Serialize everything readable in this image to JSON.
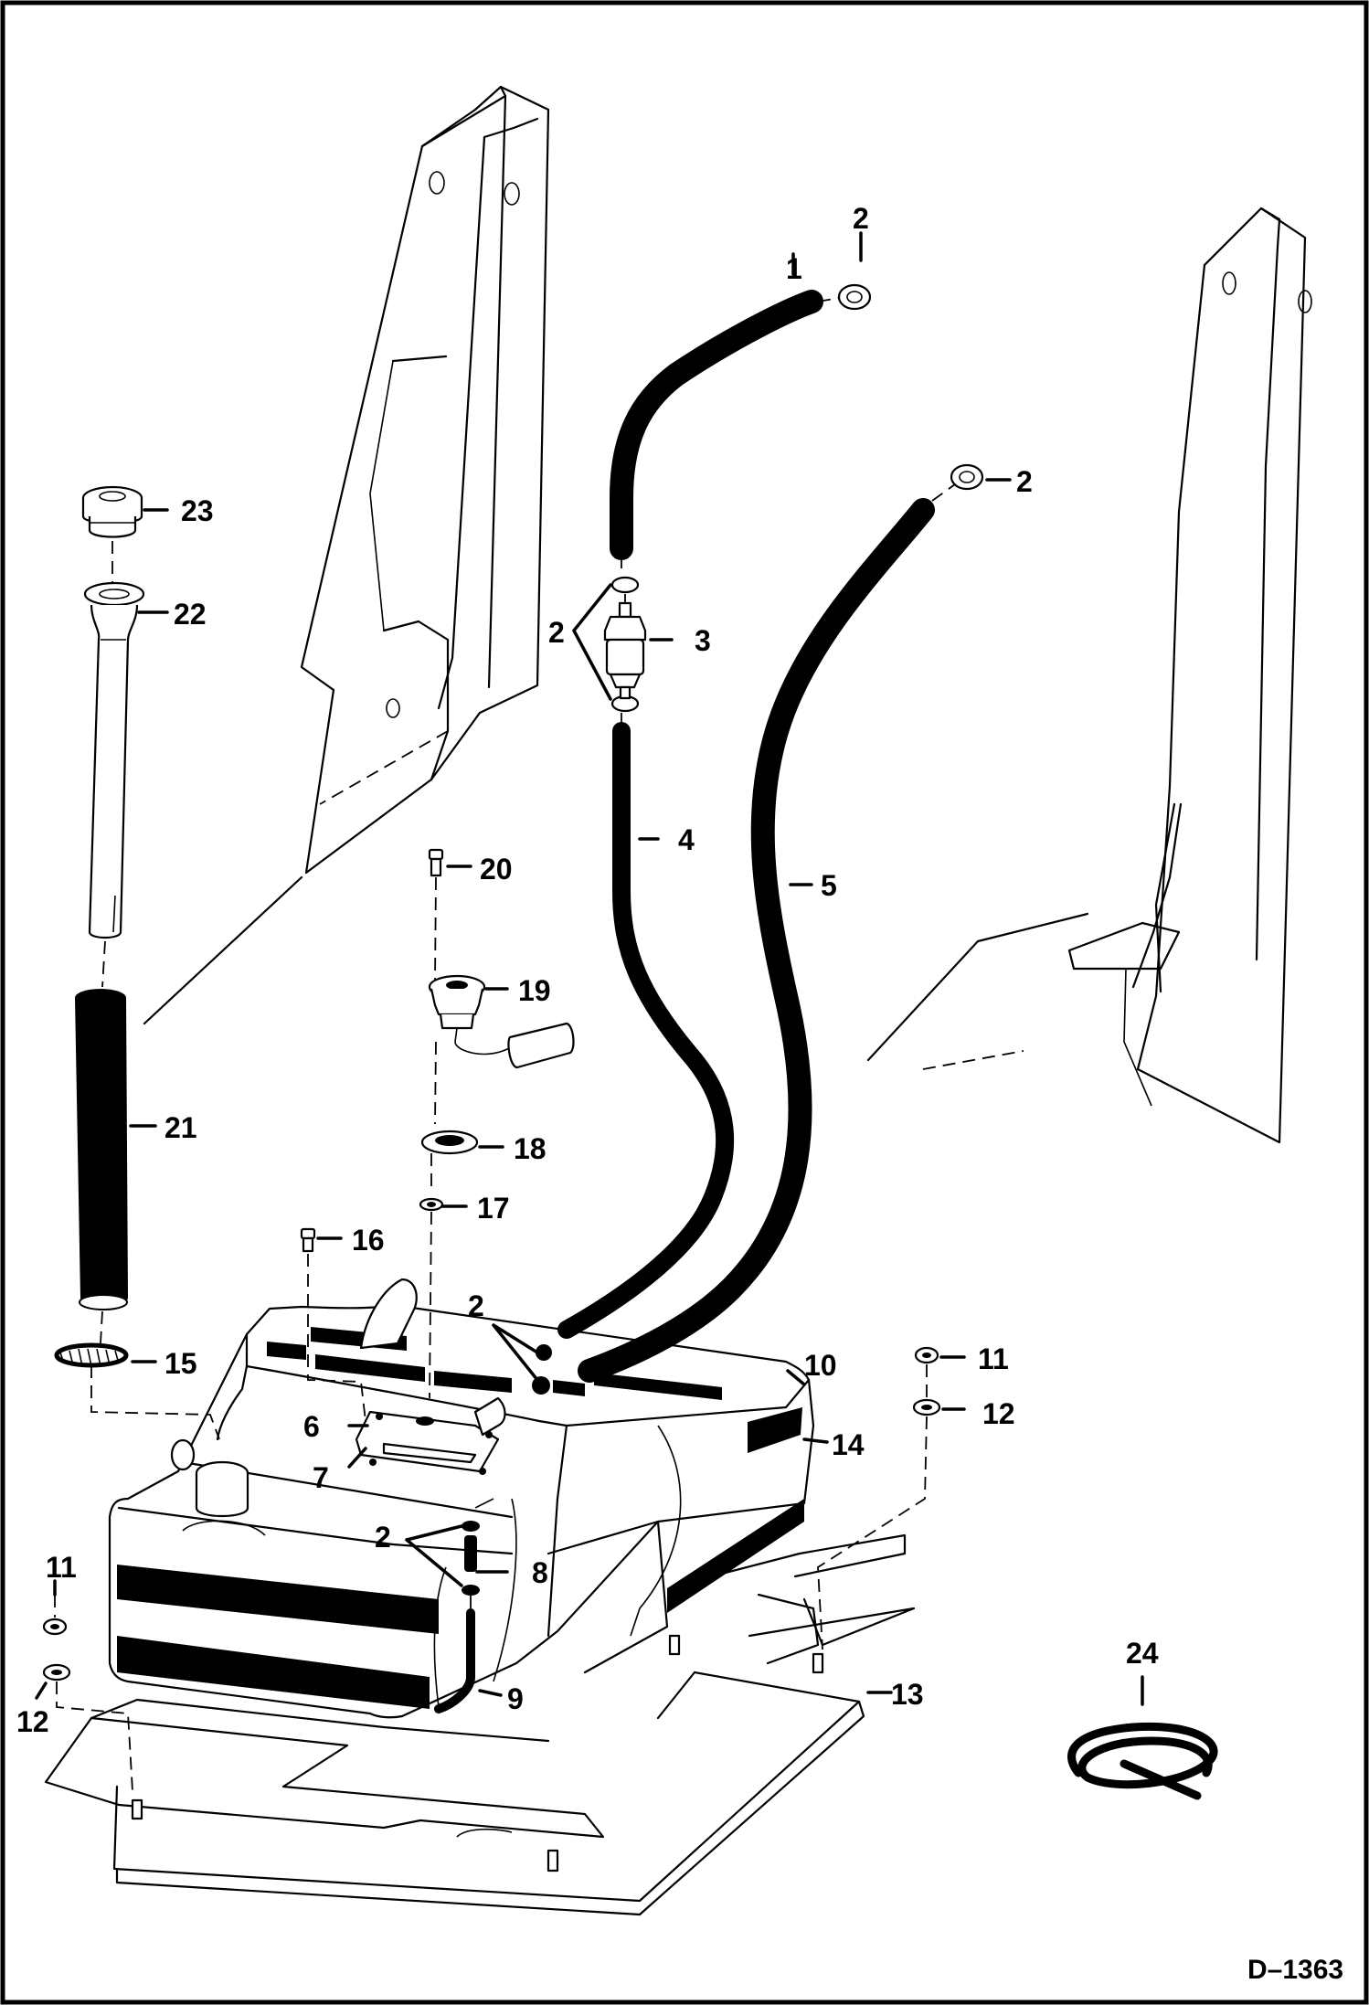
{
  "drawing": {
    "reference": "D–1363",
    "border_color": "#000000",
    "background_color": "#ffffff"
  },
  "callouts": {
    "c1": "1",
    "c2a": "2",
    "c2b": "2",
    "c2c": "2",
    "c2d": "2",
    "c2e": "2",
    "c3": "3",
    "c4": "4",
    "c5": "5",
    "c6": "6",
    "c7": "7",
    "c8": "8",
    "c9": "9",
    "c10": "10",
    "c11a": "11",
    "c11b": "11",
    "c12a": "12",
    "c12b": "12",
    "c13": "13",
    "c14": "14",
    "c15": "15",
    "c16": "16",
    "c17": "17",
    "c18": "18",
    "c19": "19",
    "c20": "20",
    "c21": "21",
    "c22": "22",
    "c23": "23",
    "c24": "24"
  }
}
